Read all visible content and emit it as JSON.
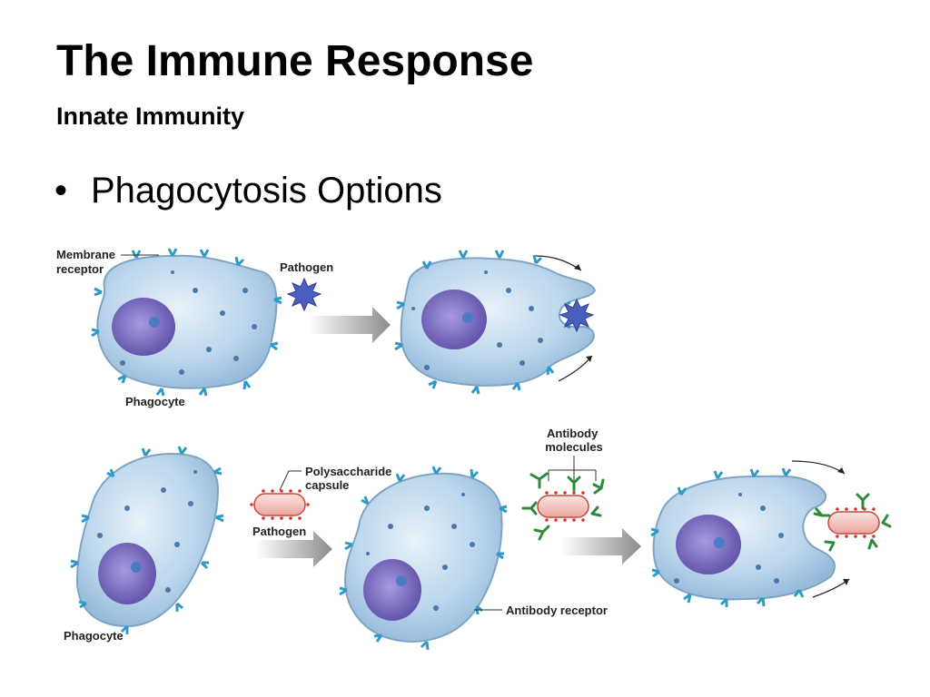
{
  "slide": {
    "title": "The Immune Response",
    "subtitle": "Innate Immunity",
    "bullet": "Phagocytosis Options"
  },
  "diagram": {
    "top": {
      "membrane_receptor": [
        "Membrane",
        "receptor"
      ],
      "pathogen": "Pathogen",
      "phagocyte": "Phagocyte"
    },
    "bottom": {
      "antibody_molecules": [
        "Antibody",
        "molecules"
      ],
      "polysaccharide_capsule": [
        "Polysaccharide",
        "capsule"
      ],
      "pathogen": "Pathogen",
      "antibody_receptor": "Antibody receptor",
      "phagocyte": "Phagocyte"
    }
  },
  "colors": {
    "cell_fill": "#b7d3ea",
    "cell_stroke": "#7ea4c4",
    "nucleus": "#7d6fc0",
    "pathogen_star": "#4b5fbf",
    "capsule_fill": "#f3c3be",
    "capsule_dots": "#d9342b",
    "antibody": "#2e8b3e",
    "receptor": "#2f9ac8",
    "arrow": "#9a9a9a"
  }
}
